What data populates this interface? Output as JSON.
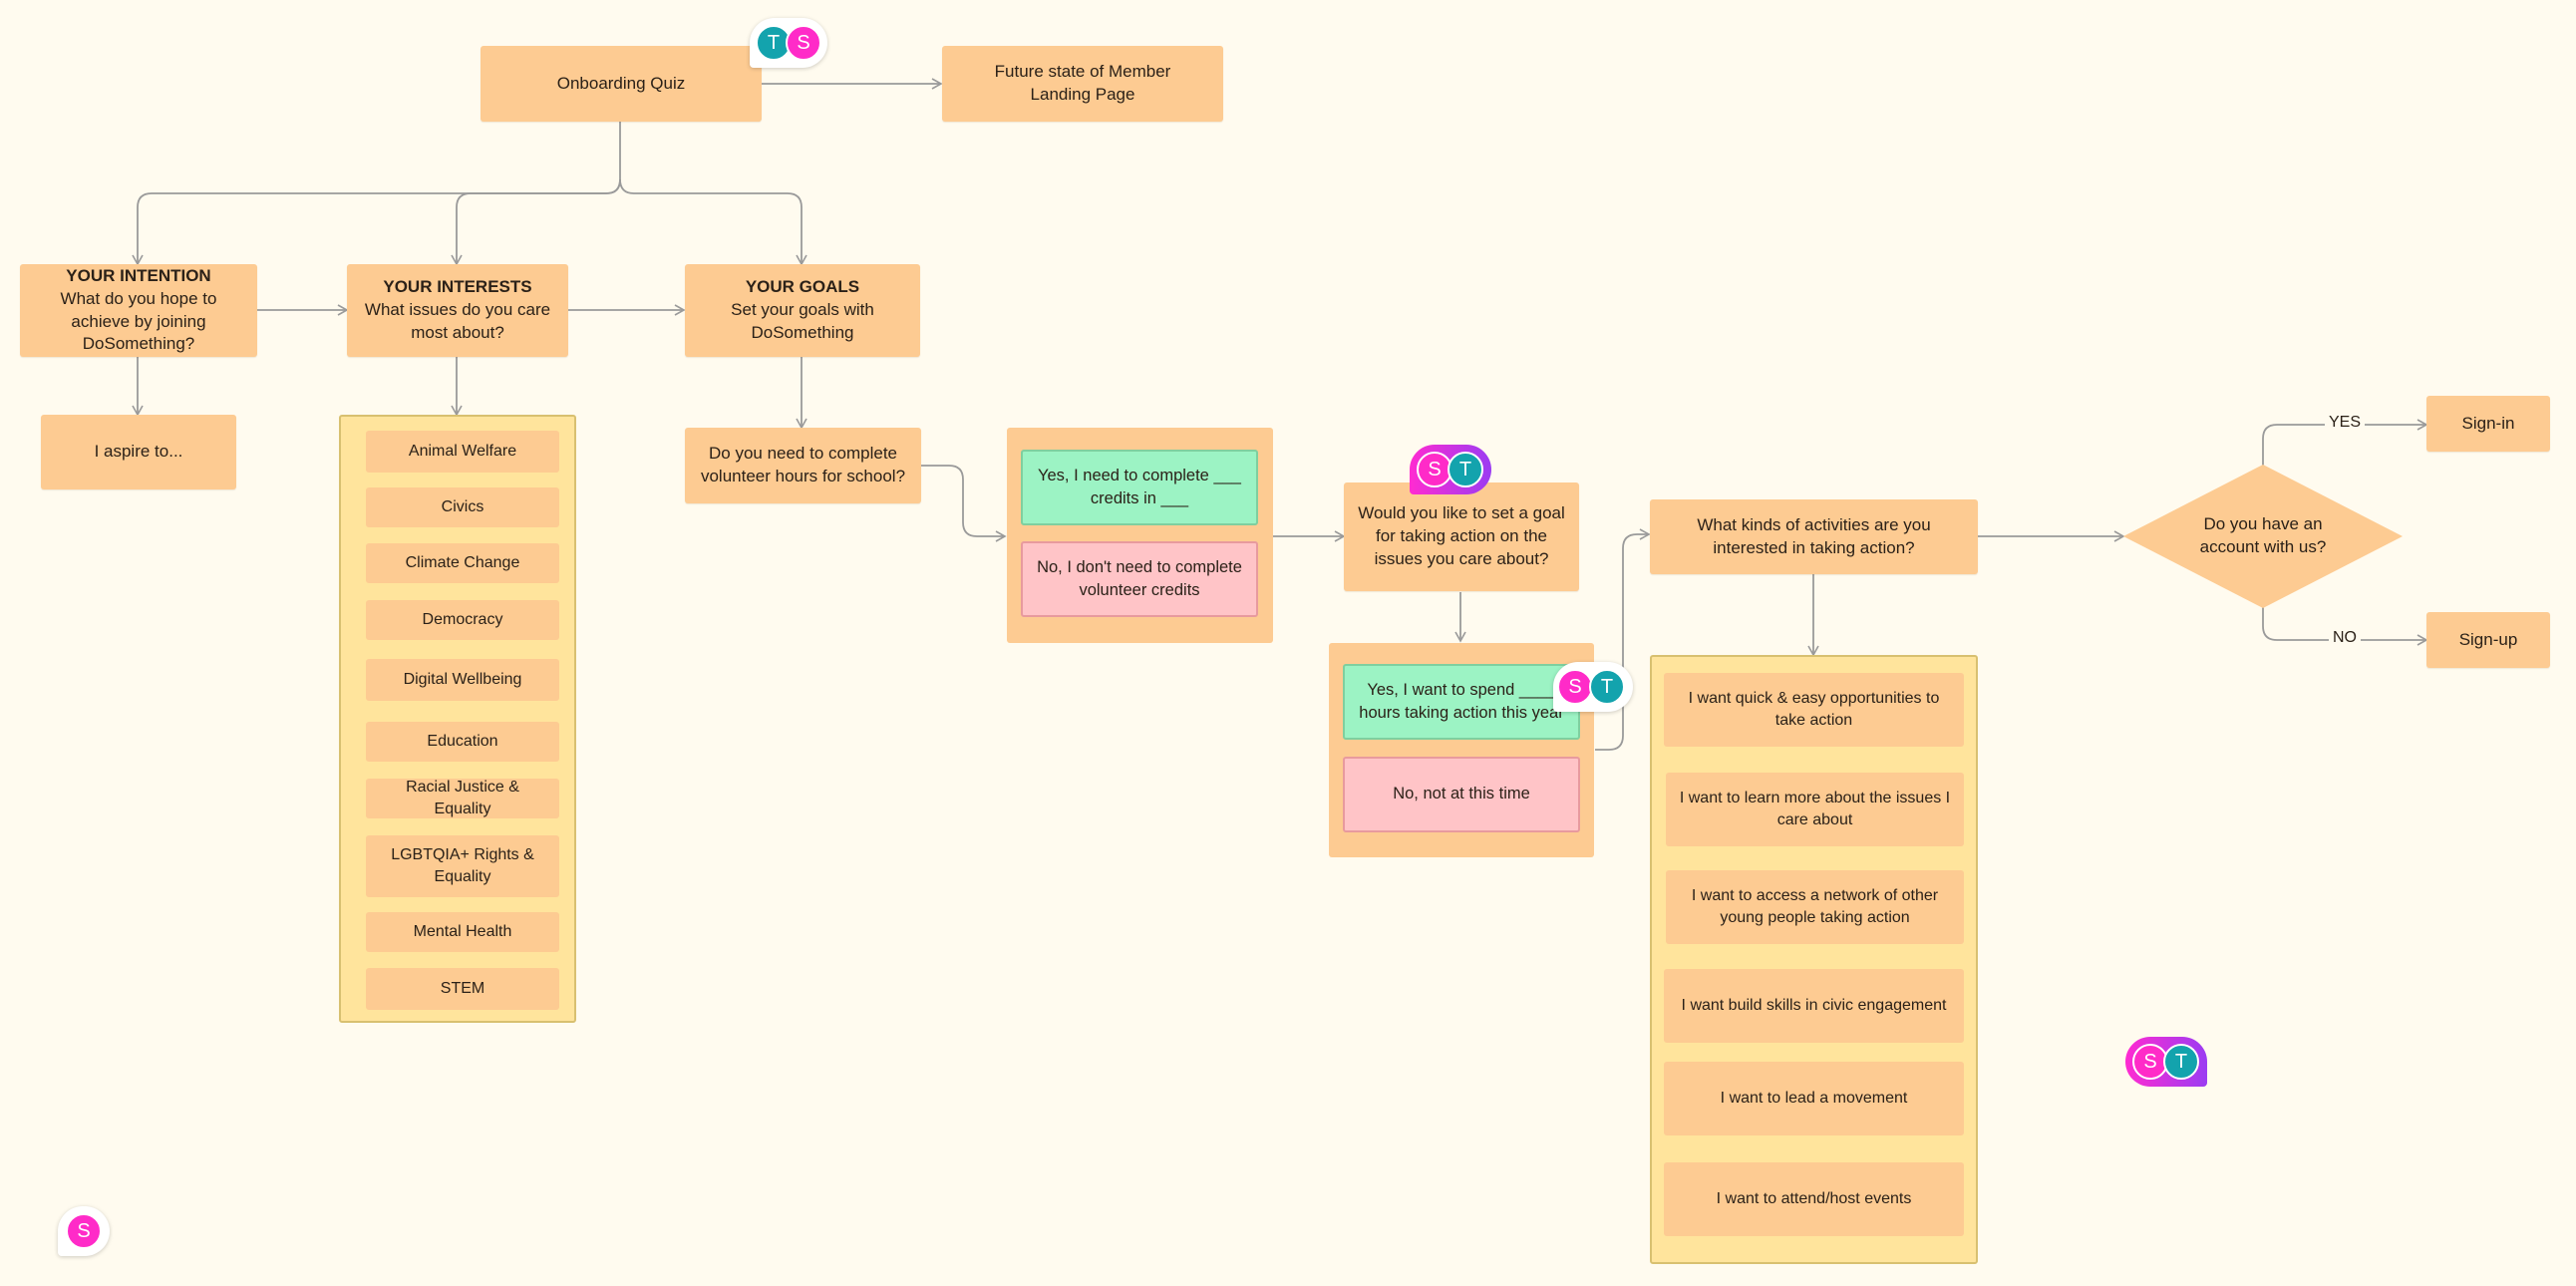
{
  "colors": {
    "canvas": "#fffbef",
    "node": "#fdcb92",
    "list_container": "#ffe49c",
    "yes_option": "#9cf3c4",
    "no_option": "#ffc4c7",
    "connector": "#9a9a9a",
    "avatar_t": "#13a3ad",
    "avatar_s": "#ff2bc8"
  },
  "nodes": {
    "onboarding_quiz": "Onboarding Quiz",
    "future_state": "Future state of Member Landing Page",
    "intention_title": "YOUR INTENTION",
    "intention_text": "What do you hope to achieve by joining DoSomething?",
    "interests_title": "YOUR INTERESTS",
    "interests_text": "What issues do you care most about?",
    "goals_title": "YOUR GOALS",
    "goals_text": "Set your goals with DoSomething",
    "aspire": "I aspire to...",
    "volunteer_question": "Do you need to complete volunteer hours for school?",
    "goal_question": "Would you like to set a goal for taking action on the issues you care about?",
    "activities_question": "What kinds of activities are you interested in taking action?",
    "account_question": "Do you have an account with us?",
    "sign_in": "Sign-in",
    "sign_up": "Sign-up"
  },
  "edge_labels": {
    "yes": "YES",
    "no": "NO"
  },
  "interests": [
    "Animal Welfare",
    "Civics",
    "Climate Change",
    "Democracy",
    "Digital Wellbeing",
    "Education",
    "Racial Justice & Equality",
    "LGBTQIA+ Rights & Equality",
    "Mental Health",
    "STEM"
  ],
  "volunteer_options": {
    "yes": "Yes, I need to complete ___ credits in ___",
    "no": "No, I don't need to complete volunteer credits"
  },
  "goal_options": {
    "yes": "Yes, I want to spend ____ hours taking action this year",
    "no": "No, not at this time"
  },
  "activities": [
    "I want quick & easy opportunities to take action",
    "I want to learn more about the issues I care about",
    "I want to access a network of other young people taking action",
    "I want build skills in civic engagement",
    "I want to lead a movement",
    "I want to attend/host events"
  ],
  "avatars": {
    "t": "T",
    "s": "S"
  }
}
